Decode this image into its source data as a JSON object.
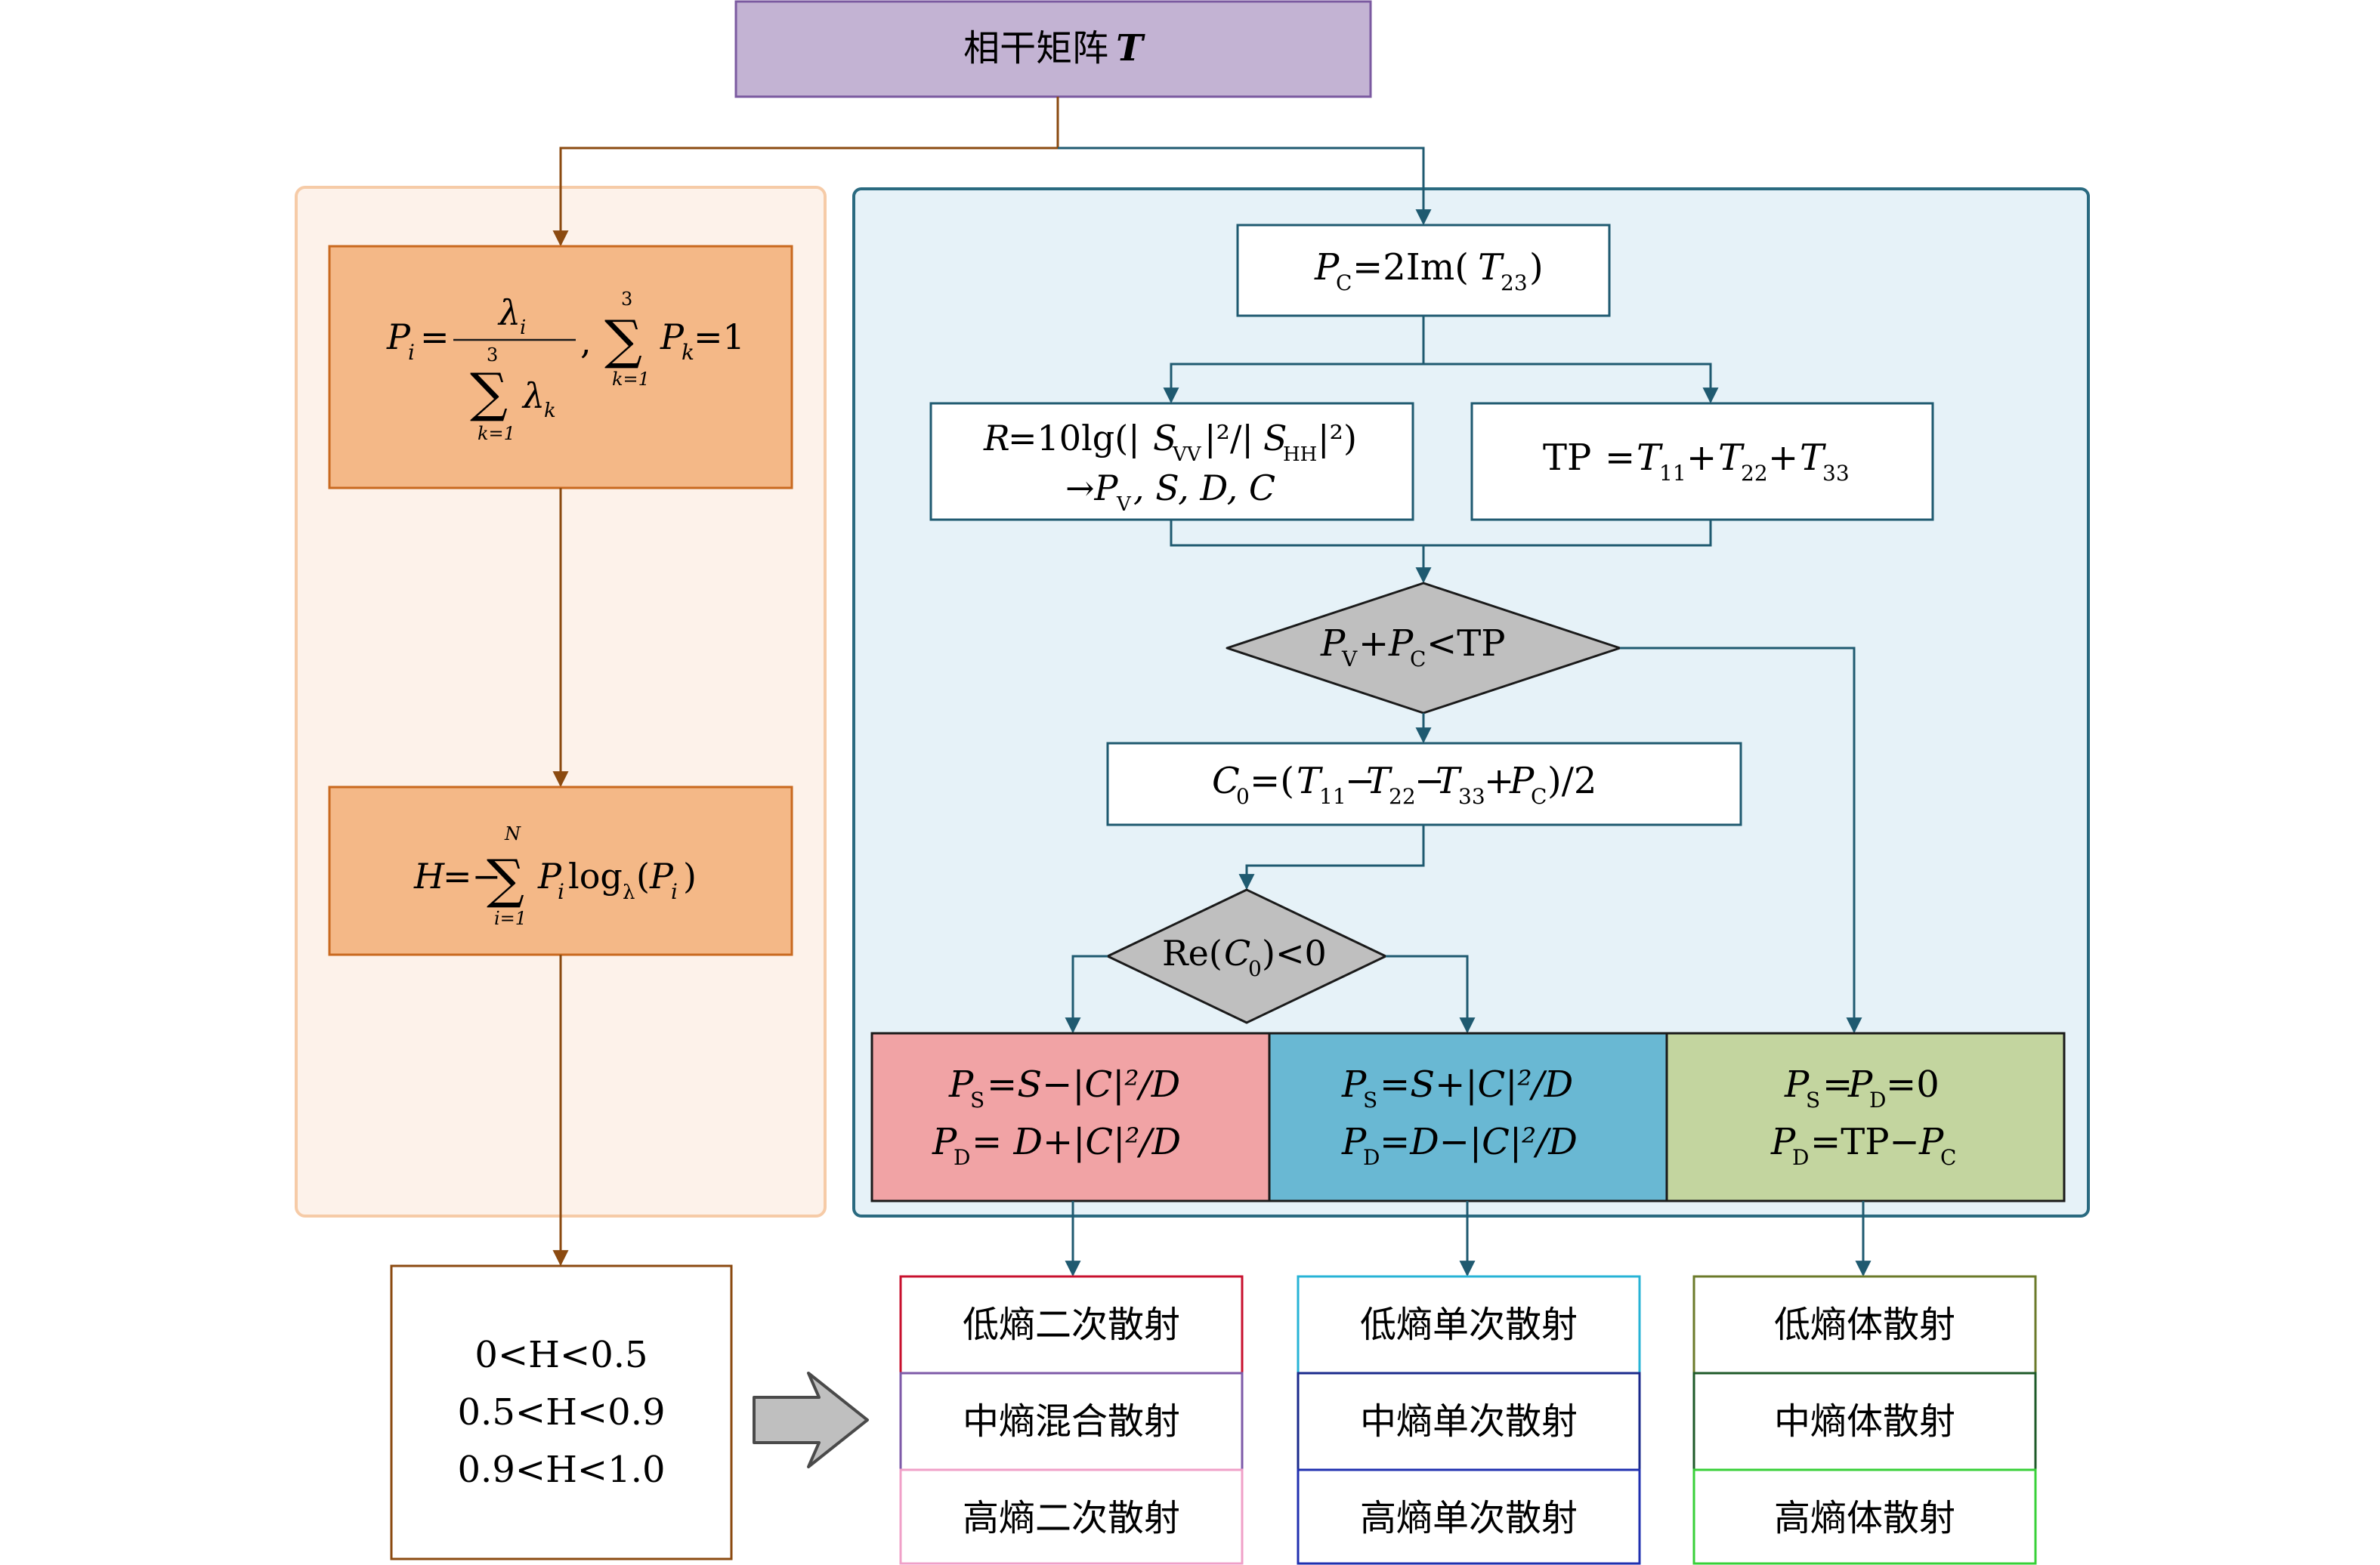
{
  "colors": {
    "top_box_fill": "#C3B3D3",
    "top_box_stroke": "#7B5AA0",
    "left_panel_fill": "#FDF2EA",
    "left_panel_stroke": "#F6CBA7",
    "orange_box_fill": "#F4B887",
    "orange_box_stroke": "#C9691F",
    "brown_line": "#8B4A10",
    "right_panel_fill": "#E6F2F8",
    "right_panel_stroke": "#2A6A80",
    "teal_line": "#1F5A70",
    "diamond_fill": "#BFBFBF",
    "pink_fill": "#F1A3A5",
    "blue_fill": "#69B8D3",
    "green_fill": "#C3D59F"
  },
  "top": {
    "title": "相干矩阵",
    "symbol": "T"
  },
  "left": {
    "formula1": {
      "P": "P",
      "sub_i": "i",
      "eq": "=",
      "lambda": "λ",
      "sum_top": "3",
      "sum_bottom": "k=1",
      "sum_sym": "∑",
      "k": "k",
      "comma": ",",
      "eq_one": "=1"
    },
    "formula2": {
      "H": "H",
      "eq": "=−",
      "sum_top": "N",
      "sum_bottom": "i=1",
      "sum_sym": "∑",
      "log": "log",
      "log_sub": "λ"
    },
    "thresholds": [
      "0<H<0.5",
      "0.5<H<0.9",
      "0.9<H<1.0"
    ]
  },
  "right": {
    "pc_box": {
      "P": "P",
      "sub": "C",
      "rest": "=2Im(",
      "T": "T",
      "t_sub": "23",
      "close": ")"
    },
    "r_box": {
      "line1_a": "R",
      "line1_b": "=10lg(|",
      "S": "S",
      "vv": "VV",
      "mid": "|²/|",
      "hh": "HH",
      "end": "|²)",
      "line2": "→P",
      "line2_sub": "V",
      "line2_rest": ", S, D, C"
    },
    "tp_box": {
      "label": "TP",
      "eq": "=",
      "T": "T",
      "s11": "11",
      "s22": "22",
      "s33": "33",
      "plus": "+"
    },
    "diamond1": {
      "P": "P",
      "v": "V",
      "plus": "+",
      "c": "C",
      "rest": "<TP"
    },
    "c0_box": {
      "C": "C",
      "sub0": "0",
      "rest_a": "=(",
      "T": "T",
      "s11": "11",
      "minus": "−",
      "s22": "22",
      "s33": "33",
      "plus": "+",
      "P": "P",
      "pc": "C",
      "end": ")/2"
    },
    "diamond2": {
      "re": "Re(",
      "C": "C",
      "sub0": "0",
      "rest": ")<0"
    },
    "pink": {
      "l1": "=S−|C|²/D",
      "l2": "= D+|C|²/D",
      "P": "P",
      "s": "S",
      "d": "D"
    },
    "blue": {
      "l1": "=S+|C|²/D",
      "l2": "=D−|C|²/D",
      "P": "P",
      "s": "S",
      "d": "D"
    },
    "green": {
      "l1a": "=",
      "l1b": "=0",
      "l2": "=TP−",
      "P": "P",
      "s": "S",
      "d": "D",
      "c": "C"
    }
  },
  "outcomes": {
    "red_col": [
      "低熵二次散射",
      "中熵混合散射",
      "高熵二次散射"
    ],
    "blue_col": [
      "低熵单次散射",
      "中熵单次散射",
      "高熵单次散射"
    ],
    "green_col": [
      "低熵体散射",
      "中熵体散射",
      "高熵体散射"
    ]
  }
}
